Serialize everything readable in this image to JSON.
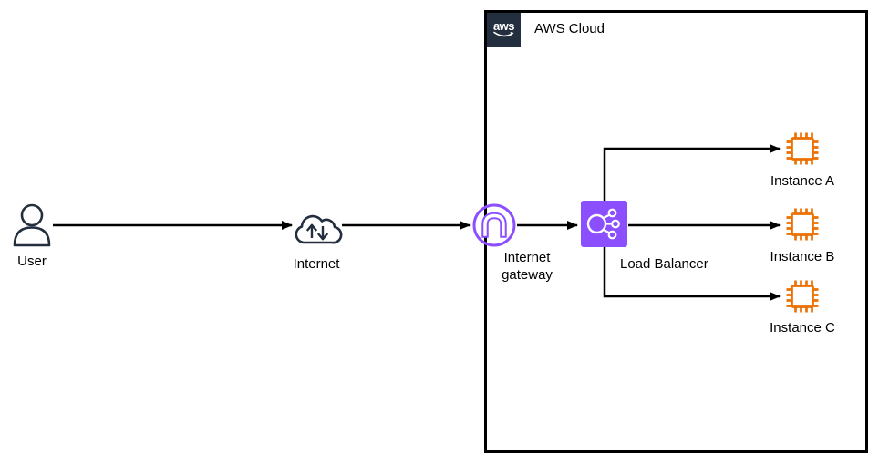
{
  "diagram": {
    "aws_group": {
      "logo_text": "aws",
      "title": "AWS Cloud"
    },
    "nodes": {
      "user": {
        "label": "User"
      },
      "internet": {
        "label": "Internet"
      },
      "internet_gateway": {
        "label": "Internet\ngateway"
      },
      "load_balancer": {
        "label": "Load Balancer"
      },
      "instance_a": {
        "label": "Instance A"
      },
      "instance_b": {
        "label": "Instance B"
      },
      "instance_c": {
        "label": "Instance C"
      }
    },
    "icons": {
      "user": "user-icon",
      "internet": "cloud-updown-arrows-icon",
      "internet_gateway": "internet-gateway-icon",
      "load_balancer": "elastic-load-balancer-icon",
      "instances": "ec2-instance-chip-icon",
      "aws_logo": "aws-smile-logo-icon"
    },
    "colors": {
      "dark_navy": "#232F3E",
      "aws_purple": "#8C4FFF",
      "ec2_orange": "#ED7100",
      "connector": "#000000",
      "boundary": "#000000"
    }
  }
}
